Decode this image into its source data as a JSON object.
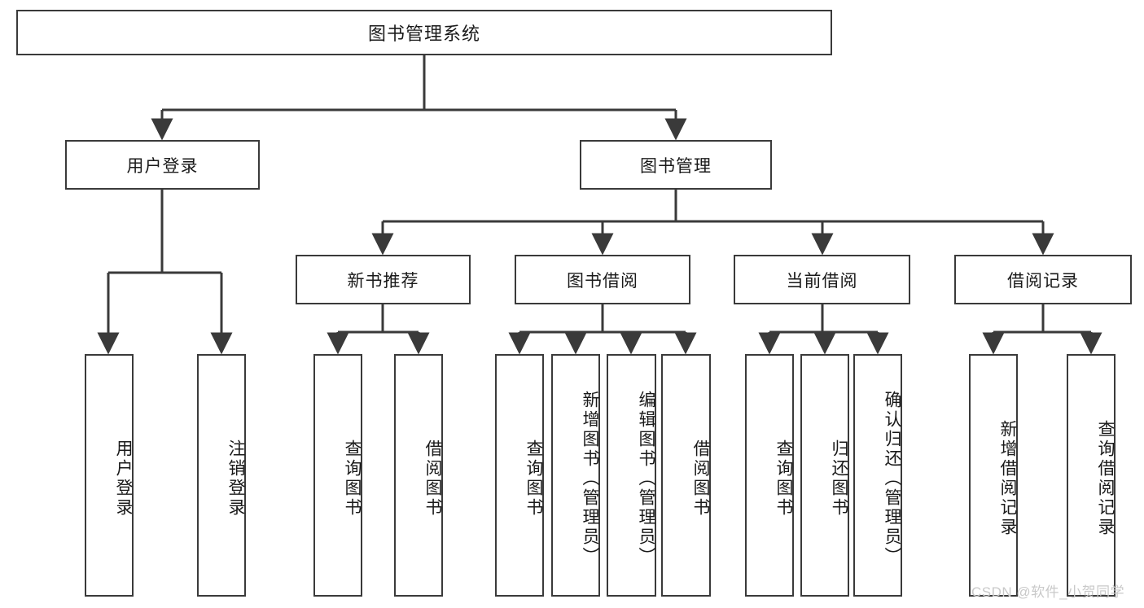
{
  "diagram": {
    "type": "tree-hierarchy-chart",
    "title": "图书管理系统",
    "watermark": "CSDN @软件_小贺同学",
    "colors": {
      "stroke": "#3a3a3a",
      "fill": "#ffffff",
      "text": "#1a1a1a",
      "watermark": "#c9c9c9"
    },
    "levels": {
      "root": {
        "label": "图书管理系统"
      },
      "level2": [
        {
          "label": "用户登录"
        },
        {
          "label": "图书管理"
        }
      ],
      "level3": [
        {
          "label": "新书推荐"
        },
        {
          "label": "图书借阅"
        },
        {
          "label": "当前借阅"
        },
        {
          "label": "借阅记录"
        }
      ],
      "leaves": {
        "user_login": [
          {
            "label": "用户登录"
          },
          {
            "label": "注销登录"
          }
        ],
        "new_book_recommend": [
          {
            "label": "查询图书"
          },
          {
            "label": "借阅图书"
          }
        ],
        "book_borrow": [
          {
            "label": "查询图书"
          },
          {
            "label": "新增图书（管理员）"
          },
          {
            "label": "编辑图书（管理员）"
          },
          {
            "label": "借阅图书"
          }
        ],
        "current_borrow": [
          {
            "label": "查询图书"
          },
          {
            "label": "归还图书"
          },
          {
            "label": "确认归还（管理员）"
          }
        ],
        "borrow_record": [
          {
            "label": "新增借阅记录"
          },
          {
            "label": "查询借阅记录"
          }
        ]
      }
    }
  }
}
